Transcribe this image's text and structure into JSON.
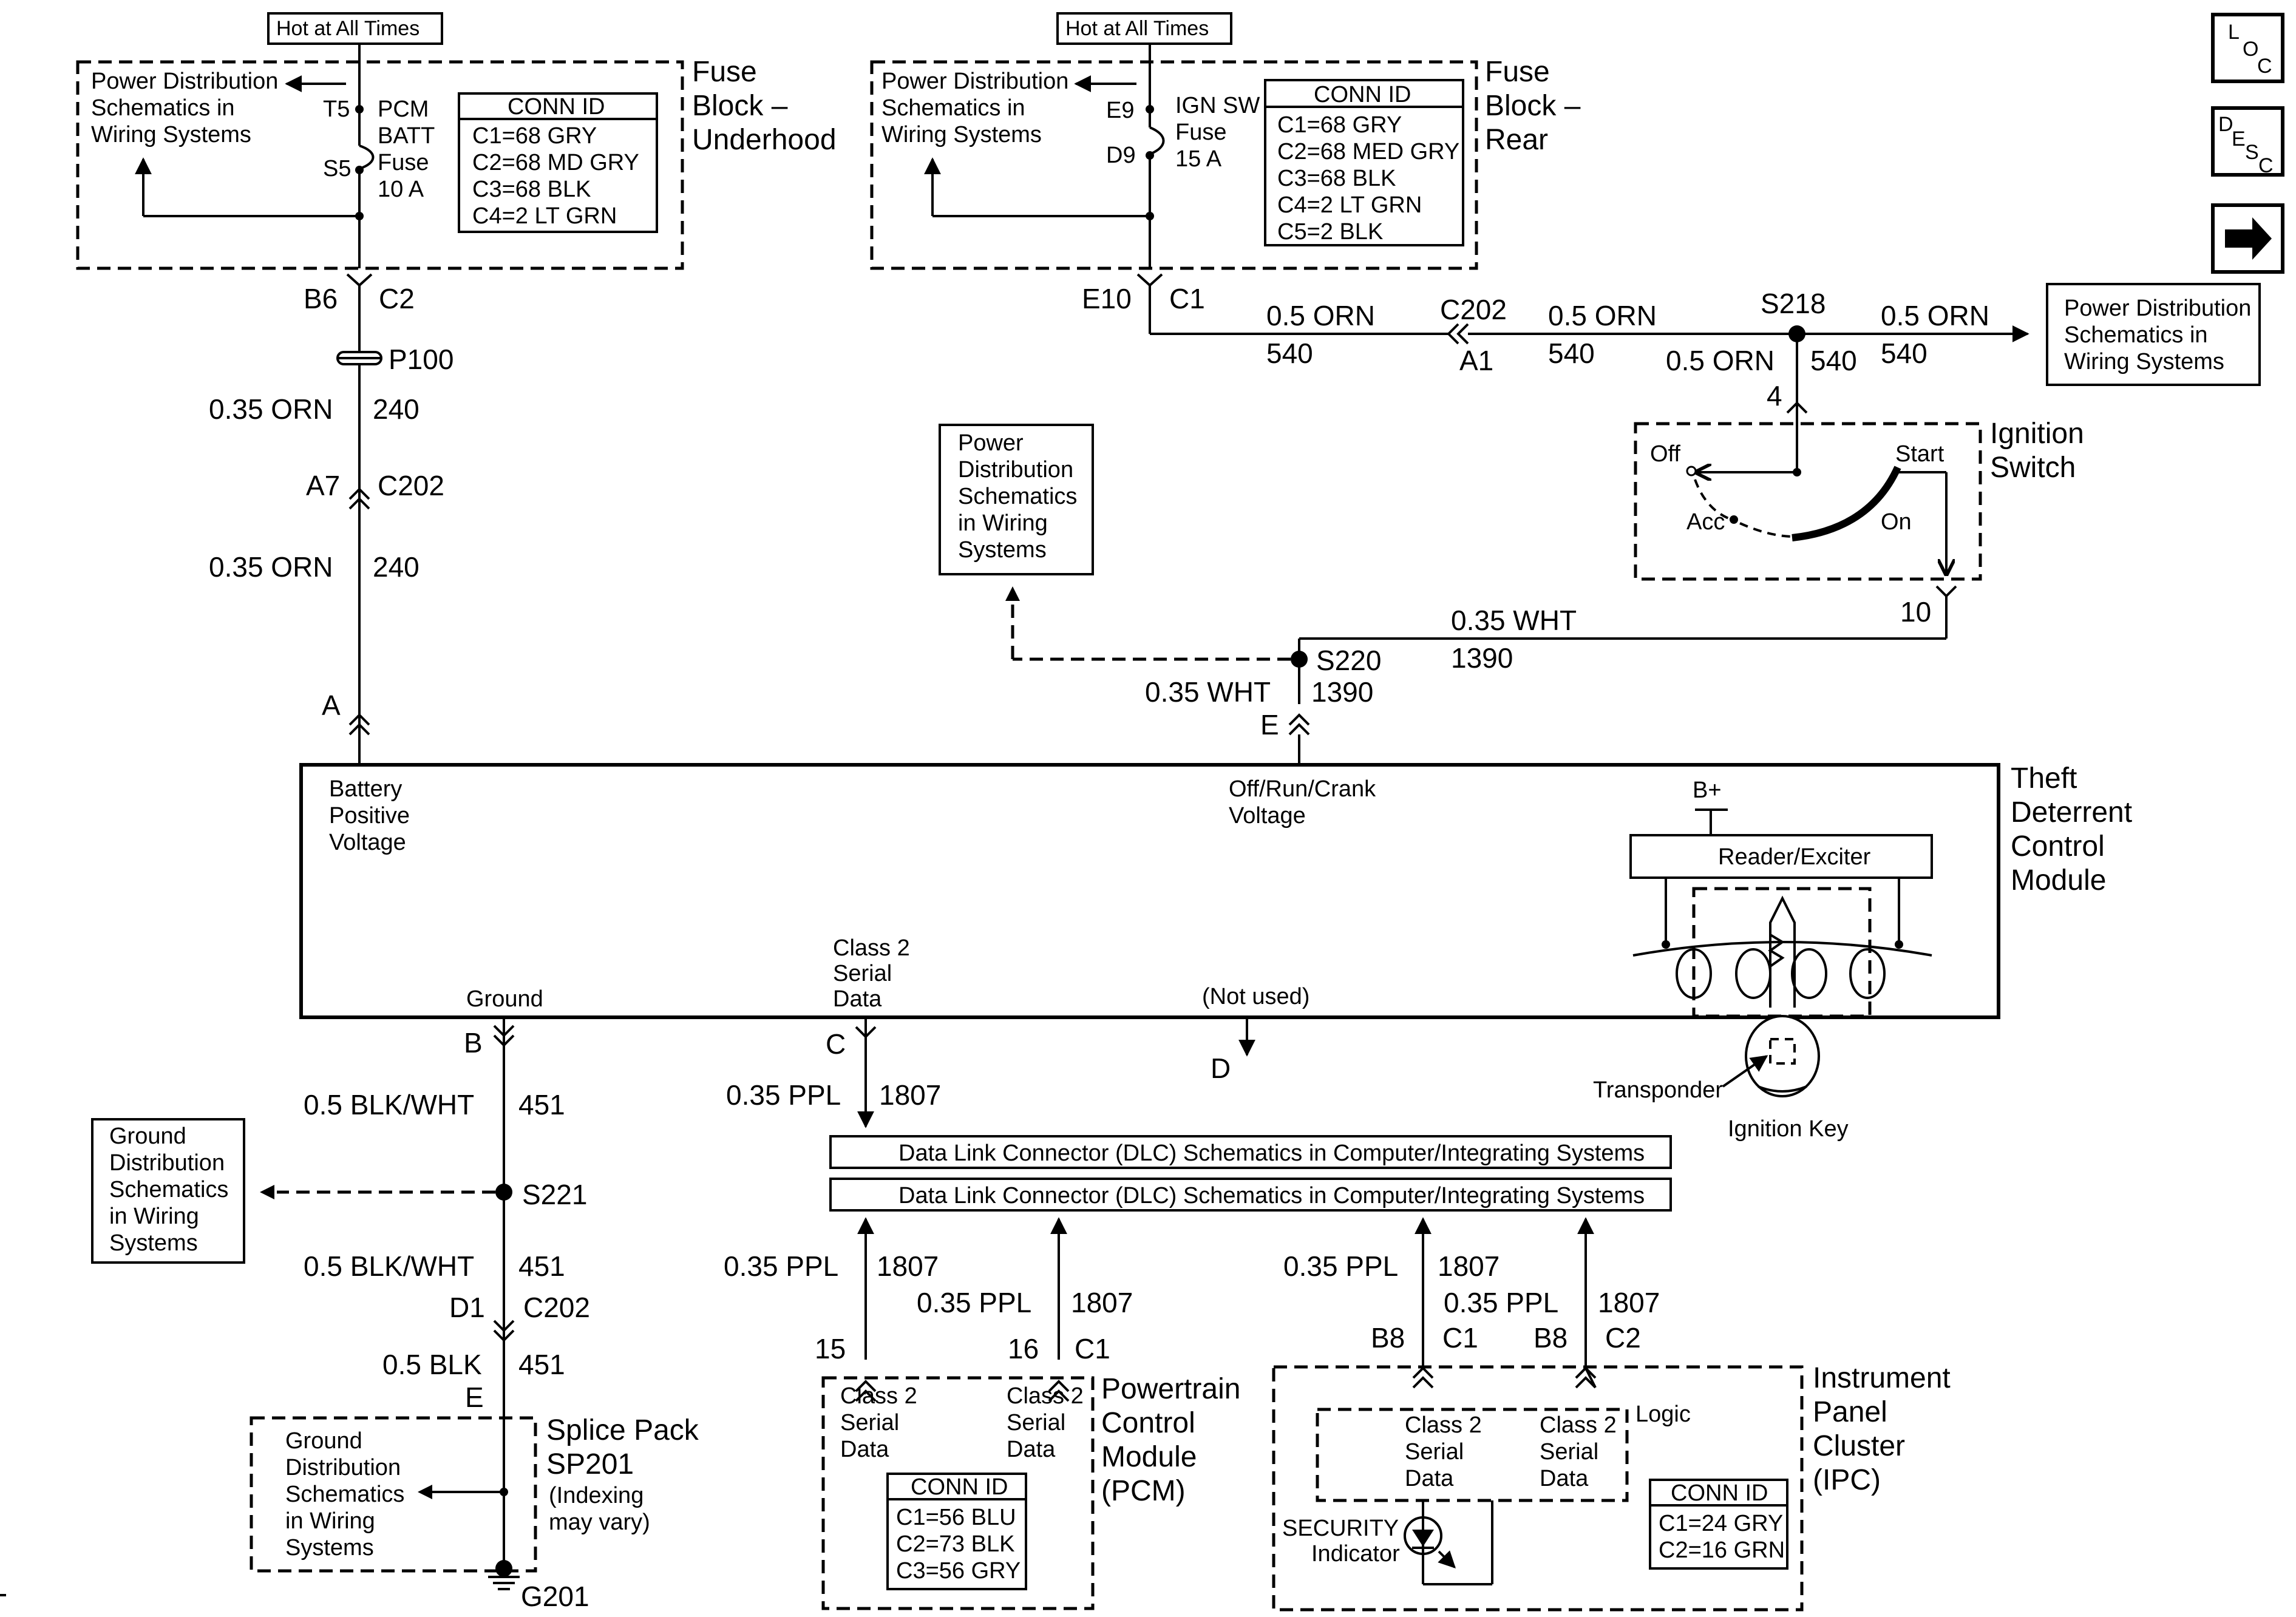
{
  "nav": {
    "loc_l": "L",
    "loc_o": "O",
    "loc_c": "C",
    "desc_d": "D",
    "desc_e": "E",
    "desc_s": "S",
    "desc_c": "C",
    "next_glyph": "➜"
  },
  "fuse_block_underhood": {
    "hot_label": "Hot at All Times",
    "pd_line1": "Power Distribution",
    "pd_line2": "Schematics in",
    "pd_line3": "Wiring Systems",
    "pin_t5": "T5",
    "pin_s5": "S5",
    "fuse_line1": "PCM",
    "fuse_line2": "BATT",
    "fuse_line3": "Fuse",
    "fuse_line4": "10 A",
    "conn_title": "CONN ID",
    "conn": [
      "C1=68 GRY",
      "C2=68 MD GRY",
      "C3=68 BLK",
      "C4=2 LT GRN"
    ],
    "title1": "Fuse",
    "title2": "Block –",
    "title3": "Underhood"
  },
  "fuse_block_rear": {
    "hot_label": "Hot at All Times",
    "pd_line1": "Power Distribution",
    "pd_line2": "Schematics in",
    "pd_line3": "Wiring Systems",
    "pin_e9": "E9",
    "pin_d9": "D9",
    "fuse_line1": "IGN SW",
    "fuse_line2": "Fuse",
    "fuse_line3": "15 A",
    "conn_title": "CONN ID",
    "conn": [
      "C1=68 GRY",
      "C2=68 MED GRY",
      "C3=68 BLK",
      "C4=2 LT GRN",
      "C5=2 BLK"
    ],
    "title1": "Fuse",
    "title2": "Block –",
    "title3": "Rear"
  },
  "battery_circuit": {
    "b6": "B6",
    "c2": "C2",
    "p100": "P100",
    "wire1": "0.35 ORN",
    "circ1": "240",
    "a7": "A7",
    "c202": "C202",
    "wire2": "0.35 ORN",
    "circ2": "240",
    "pin_a": "A"
  },
  "ignition_circuit": {
    "e10": "E10",
    "c1": "C1",
    "wire_a": "0.5 ORN",
    "circ_a": "540",
    "c202": "C202",
    "a1": "A1",
    "wire_b": "0.5 ORN",
    "circ_b": "540",
    "s218": "S218",
    "wire_c": "0.5 ORN",
    "circ_c": "540",
    "wire_d": "0.5 ORN",
    "circ_d": "540",
    "pin4": "4",
    "pd_line1": "Power Distribution",
    "pd_line2": "Schematics in",
    "pd_line3": "Wiring Systems"
  },
  "ignition_switch": {
    "off": "Off",
    "acc": "Acc",
    "start": "Start",
    "on": "On",
    "title1": "Ignition",
    "title2": "Switch",
    "pin10": "10"
  },
  "run_crank_circuit": {
    "wire_a": "0.35 WHT",
    "circ_a": "1390",
    "s220": "S220",
    "wire_b": "0.35 WHT",
    "circ_b": "1390",
    "pin_e": "E",
    "pd_line1": "Power",
    "pd_line2": "Distribution",
    "pd_line3": "Schematics",
    "pd_line4": "in Wiring",
    "pd_line5": "Systems"
  },
  "tdm": {
    "title1": "Theft",
    "title2": "Deterrent",
    "title3": "Control",
    "title4": "Module",
    "batt_line1": "Battery",
    "batt_line2": "Positive",
    "batt_line3": "Voltage",
    "orc_line1": "Off/Run/Crank",
    "orc_line2": "Voltage",
    "ground": "Ground",
    "cls_line1": "Class 2",
    "cls_line2": "Serial",
    "cls_line3": "Data",
    "not_used": "(Not used)",
    "bplus": "B+",
    "reader": "Reader/Exciter",
    "transponder": "Transponder",
    "ignition_key": "Ignition Key"
  },
  "ground_circuit": {
    "pin_b": "B",
    "wire_a": "0.5 BLK/WHT",
    "circ_a": "451",
    "gd_line1": "Ground",
    "gd_line2": "Distribution",
    "gd_line3": "Schematics",
    "gd_line4": "in Wiring",
    "gd_line5": "Systems",
    "s221": "S221",
    "wire_b": "0.5 BLK/WHT",
    "circ_b": "451",
    "d1": "D1",
    "c202": "C202",
    "wire_c": "0.5 BLK",
    "circ_c": "451",
    "pin_e": "E",
    "sp_gd_line1": "Ground",
    "sp_gd_line2": "Distribution",
    "sp_gd_line3": "Schematics",
    "sp_gd_line4": "in Wiring",
    "sp_gd_line5": "Systems",
    "sp_title1": "Splice Pack",
    "sp_title2": "SP201",
    "sp_note1": "(Indexing",
    "sp_note2": "may vary)",
    "g201": "G201"
  },
  "data_circuit": {
    "pin_c": "C",
    "pin_d": "D",
    "wire_a": "0.35 PPL",
    "circ_a": "1807",
    "dlc1": "Data Link Connector (DLC) Schematics in Computer/Integrating Systems",
    "dlc2": "Data Link Connector (DLC) Schematics in Computer/Integrating Systems",
    "pcm_w1": "0.35 PPL",
    "pcm_c1": "1807",
    "pcm_w2": "0.35 PPL",
    "pcm_c2": "1807",
    "pcm_p15": "15",
    "pcm_p16": "16",
    "pcm_c1lbl": "C1",
    "ipc_w1": "0.35 PPL",
    "ipc_c1": "1807",
    "ipc_w2": "0.35 PPL",
    "ipc_c2": "1807",
    "ipc_b8a": "B8",
    "ipc_c1lbl": "C1",
    "ipc_b8b": "B8",
    "ipc_c2lbl": "C2"
  },
  "pcm": {
    "cls_a1": "Class 2",
    "cls_a2": "Serial",
    "cls_a3": "Data",
    "cls_b1": "Class 2",
    "cls_b2": "Serial",
    "cls_b3": "Data",
    "conn_title": "CONN ID",
    "conn": [
      "C1=56 BLU",
      "C2=73 BLK",
      "C3=56 GRY"
    ],
    "title1": "Powertrain",
    "title2": "Control",
    "title3": "Module",
    "title4": "(PCM)"
  },
  "ipc": {
    "logic": "Logic",
    "cls_a1": "Class 2",
    "cls_a2": "Serial",
    "cls_a3": "Data",
    "cls_b1": "Class 2",
    "cls_b2": "Serial",
    "cls_b3": "Data",
    "sec1": "SECURITY",
    "sec2": "Indicator",
    "conn_title": "CONN ID",
    "conn": [
      "C1=24 GRY",
      "C2=16 GRN"
    ],
    "title1": "Instrument",
    "title2": "Panel",
    "title3": "Cluster",
    "title4": "(IPC)"
  }
}
